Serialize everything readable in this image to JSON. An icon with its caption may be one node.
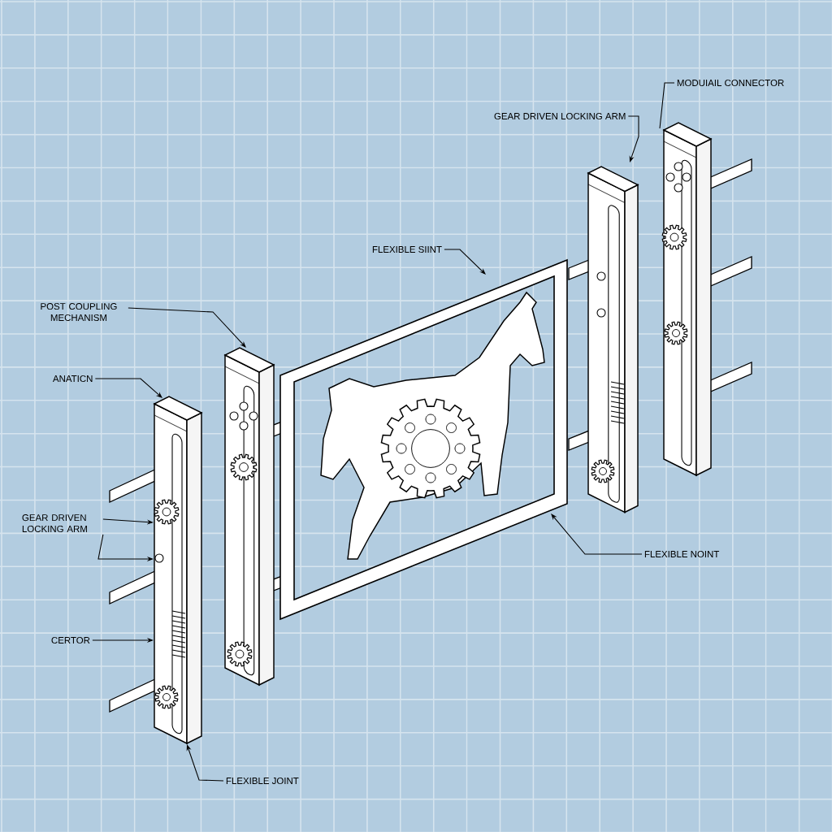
{
  "diagram": {
    "nodes": [
      {
        "text": [
          "MODUIAIL CONNECTOR"
        ]
      },
      {
        "text": [
          "GEAR DRIVEN LOCKING ARM"
        ]
      },
      {
        "text": [
          "FLEXIBLE SIINT"
        ]
      },
      {
        "text": [
          "POST COUPLING MECHANISM"
        ]
      },
      {
        "text": [
          "ANATICN"
        ]
      },
      {
        "text": [
          "GEAR DRIVEN LOCKING ARM"
        ]
      },
      {
        "text": [
          "CERTOR"
        ]
      },
      {
        "text": [
          "FLEXIBLE JOINT"
        ]
      },
      {
        "text": [
          "FLEXIBLE NOINT"
        ]
      },
      {
        "text": [],
        "shape": "box"
      },
      {
        "text": [],
        "shape": "box"
      },
      {
        "text": [],
        "shape": "box"
      },
      {
        "text": [],
        "shape": "box"
      },
      {
        "text": [],
        "shape": "box"
      }
    ],
    "edges": [
      {
        "from": 0,
        "to": 12,
        "arrow": "none"
      },
      {
        "from": 1,
        "to": 11,
        "arrow": "to"
      },
      {
        "from": 2,
        "to": 13,
        "arrow": "to"
      },
      {
        "from": 3,
        "to": 10,
        "arrow": "to"
      },
      {
        "from": 4,
        "to": 9,
        "arrow": "to"
      },
      {
        "from": 5,
        "to": 9,
        "arrow": "to"
      },
      {
        "from": 5,
        "to": 9,
        "arrow": "to"
      },
      {
        "from": 6,
        "to": 9,
        "arrow": "to"
      },
      {
        "from": 7,
        "to": 9,
        "arrow": "to"
      },
      {
        "from": 8,
        "to": 13,
        "arrow": "to"
      }
    ]
  }
}
